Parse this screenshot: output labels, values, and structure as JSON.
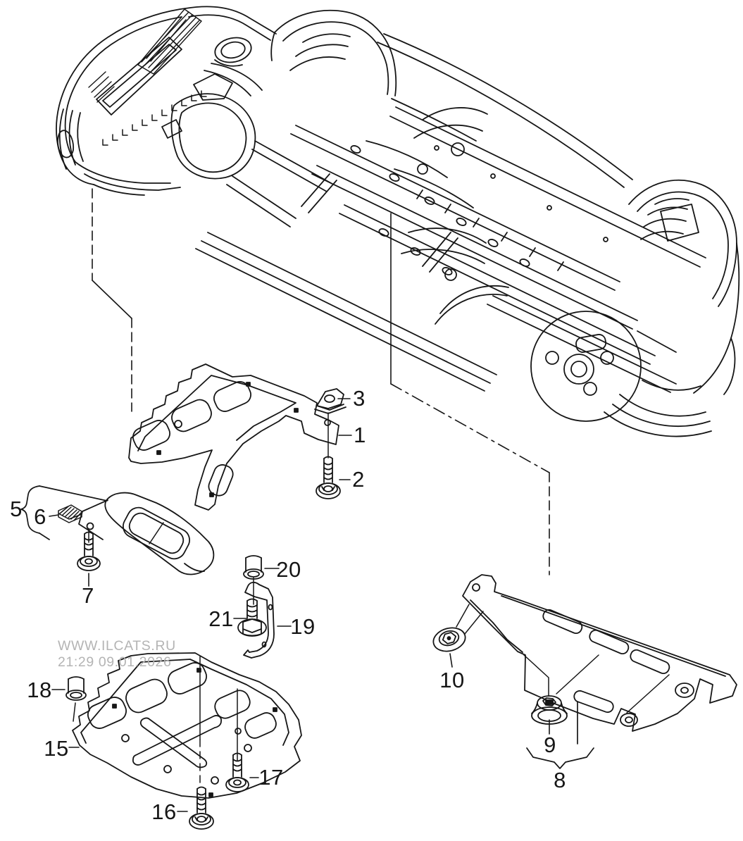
{
  "watermark": {
    "line1": "WWW.ILCATS.RU",
    "line2": "21:29 09.01.2026"
  },
  "callouts": {
    "n1": "1",
    "n2": "2",
    "n3": "3",
    "n5": "5",
    "n6": "6",
    "n7": "7",
    "n8": "8",
    "n9": "9",
    "n10": "10",
    "n15": "15",
    "n16": "16",
    "n17": "17",
    "n18": "18",
    "n19": "19",
    "n20": "20",
    "n21": "21"
  },
  "colors": {
    "line": "#161616",
    "background": "#ffffff",
    "watermark": "#b4b4b4"
  }
}
